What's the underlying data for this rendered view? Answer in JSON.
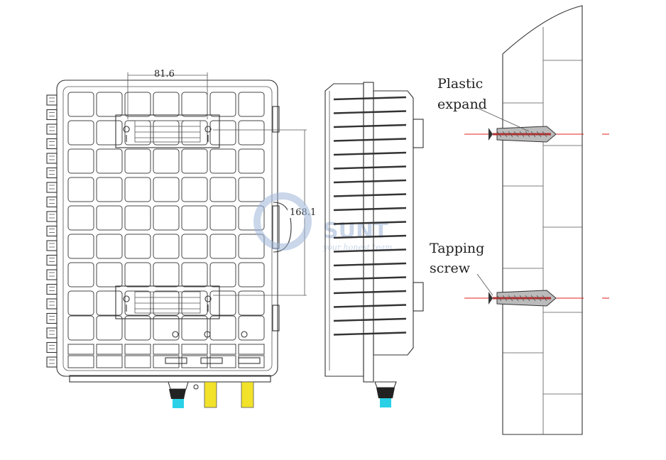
{
  "dimensions": {
    "width_label": "81.6",
    "height_label": "168.1"
  },
  "callouts": {
    "plastic_expand": [
      "Plastic",
      "expand"
    ],
    "tapping_screw": [
      "Tapping",
      "screw"
    ]
  },
  "watermark": {
    "logo_text": "SUNT",
    "tagline": "your honest team"
  },
  "colors": {
    "line": "#333333",
    "cyan_cap": "#2ad1e6",
    "yellow_port": "#f2e22a",
    "red_axis": "#e02020",
    "watermark": "#9fb6d8"
  }
}
